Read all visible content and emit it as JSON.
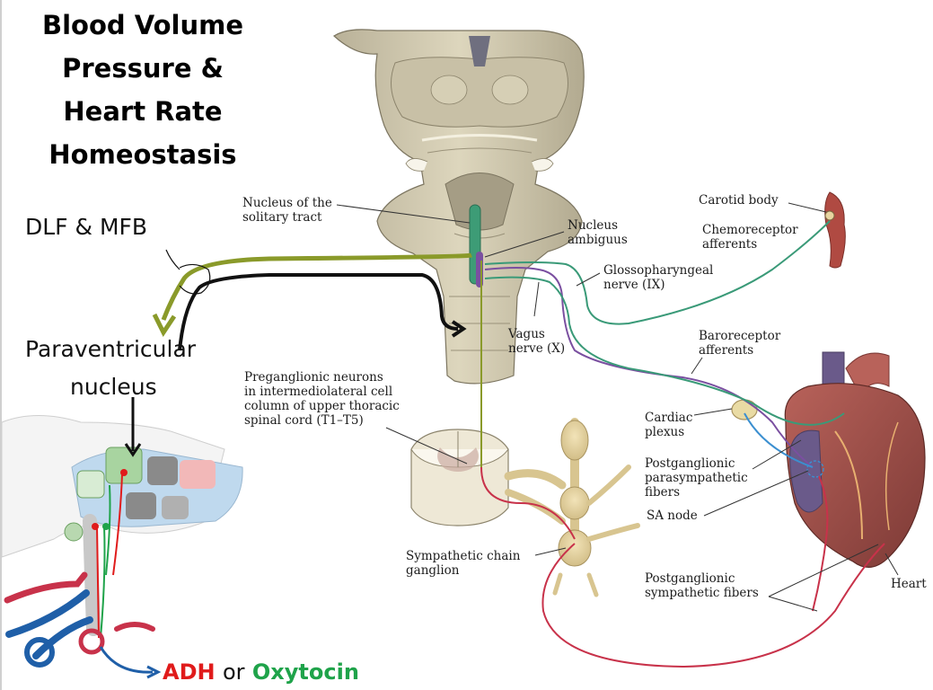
{
  "title": {
    "lines": [
      "Blood Volume",
      "Pressure &",
      "Heart Rate",
      "Homeostasis"
    ]
  },
  "left_labels": {
    "dlf_mfb": "DLF & MFB",
    "paraventricular": "Paraventricular",
    "nucleus": "nucleus"
  },
  "bottom_label": {
    "adh": "ADH",
    "or": "or",
    "oxytocin": "Oxytocin"
  },
  "labels": {
    "nts": [
      "Nucleus of the",
      "solitary tract"
    ],
    "ambiguus": [
      "Nucleus",
      "ambiguus"
    ],
    "glossopharyngeal": [
      "Glossopharyngeal",
      "nerve (IX)"
    ],
    "carotid_body": "Carotid body",
    "chemoreceptor": [
      "Chemoreceptor",
      "afferents"
    ],
    "vagus": [
      "Vagus",
      "nerve (X)"
    ],
    "baroreceptor": [
      "Baroreceptor",
      "afferents"
    ],
    "preganglionic": [
      "Preganglionic neurons",
      "in intermediolateral cell",
      "column of upper thoracic",
      "spinal cord (T1–T5)"
    ],
    "cardiac_plexus": [
      "Cardiac",
      "plexus"
    ],
    "postganglionic_para": [
      "Postganglionic",
      "parasympathetic",
      "fibers"
    ],
    "sa_node": "SA node",
    "sympathetic_chain": [
      "Sympathetic chain",
      "ganglion"
    ],
    "postganglionic_symp": [
      "Postganglionic",
      "sympathetic fibers"
    ],
    "heart": "Heart"
  },
  "colors": {
    "olive_pathway": "#8a9a2a",
    "black_pathway": "#111111",
    "teal_afferent": "#3a9a78",
    "purple_vagus": "#7a4fa0",
    "blue_parasympathetic": "#3b8fd0",
    "red_sympathetic": "#c8324a",
    "adh_red": "#e01b1b",
    "oxytocin_green": "#1fa34a",
    "brain_tan": "#d2cbb0",
    "heart_red": "#a8504a",
    "heart_purple": "#6a5a8a"
  }
}
